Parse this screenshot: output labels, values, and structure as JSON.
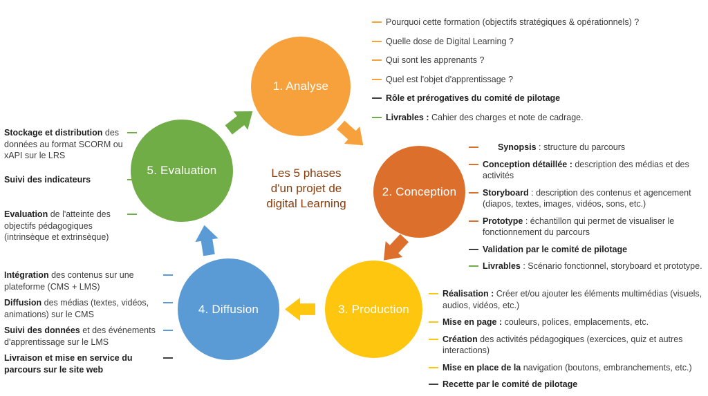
{
  "title": "Les 5 phases d'un projet de digital Learning",
  "center": {
    "line1": "Les 5 phases",
    "line2": "d'un projet de",
    "line3": "digital Learning"
  },
  "phases": [
    {
      "label": "1. Analyse",
      "color": "#F7A13C"
    },
    {
      "label": "2. Conception",
      "color": "#DD6F2D"
    },
    {
      "label": "3. Production",
      "color": "#FEC60F"
    },
    {
      "label": "4. Diffusion",
      "color": "#5B9BD5"
    },
    {
      "label": "5. Evaluation",
      "color": "#70AD47"
    }
  ],
  "colors": {
    "analyse": "#F7A13C",
    "conception": "#DD6F2D",
    "production": "#FEC60F",
    "diffusion": "#5B9BD5",
    "evaluation": "#70AD47",
    "tick_black": "#3F3F3F",
    "center_text": "#843C0C"
  },
  "annotations": {
    "analyse": {
      "items": [
        {
          "bold": "",
          "text": "Pourquoi cette formation (objectifs stratégiques & opérationnels) ?"
        },
        {
          "bold": "",
          "text": "Quelle dose de Digital Learning ?"
        },
        {
          "bold": "",
          "text": "Qui sont les apprenants ?"
        },
        {
          "bold": "",
          "text": "Quel est l'objet d'apprentissage ?"
        },
        {
          "bold": "Rôle et prérogatives du comité de pilotage",
          "text": ""
        },
        {
          "bold": "Livrables :",
          "text": " Cahier des charges et note de cadrage."
        }
      ]
    },
    "conception": {
      "items": [
        {
          "bold": "Synopsis",
          "text": " : structure du parcours"
        },
        {
          "bold": "Conception détaillée :",
          "text": " description des médias et des activités"
        },
        {
          "bold": "Storyboard",
          "text": " : description des contenus et agencement (diapos, textes, images, vidéos, sons, etc.)"
        },
        {
          "bold": "Prototype",
          "text": " : échantillon qui permet de visualiser  le fonctionnement du parcours"
        },
        {
          "bold": "Validation par le comité de pilotage",
          "text": ""
        },
        {
          "bold": "Livrables",
          "text": " : Scénario fonctionnel, storyboard et prototype."
        }
      ]
    },
    "production": {
      "items": [
        {
          "bold": "Réalisation :",
          "text": " Créer et/ou ajouter les éléments multimédias (visuels, audios, vidéos, etc.)"
        },
        {
          "bold": "Mise en page :",
          "text": " couleurs, polices, emplacements, etc."
        },
        {
          "bold": "Création",
          "text": " des activités pédagogiques (exercices, quiz et autres interactions)"
        },
        {
          "bold": "Mise en place de la",
          "text": " navigation (boutons, embranchements, etc.)"
        },
        {
          "bold": "Recette par le comité de pilotage",
          "text": ""
        }
      ]
    },
    "diffusion": {
      "items": [
        {
          "bold": "Intégration",
          "text": " des contenus sur une plateforme (CMS + LMS)"
        },
        {
          "bold": "Diffusion",
          "text": " des médias (textes, vidéos, animations) sur le CMS"
        },
        {
          "bold": "Suivi des données",
          "text": " et des événements d'apprentissage sur le LMS"
        },
        {
          "bold": "Livraison et mise en service du parcours sur le site web",
          "text": ""
        }
      ]
    },
    "evaluation": {
      "items": [
        {
          "bold": "Stockage et distribution",
          "text": " des données au format SCORM ou xAPI sur le LRS"
        },
        {
          "bold": "Suivi des indicateurs",
          "text": ""
        },
        {
          "bold": "Evaluation",
          "text": " de l'atteinte des objectifs pédagogiques (intrinsèque et extrinsèque)"
        }
      ]
    }
  }
}
